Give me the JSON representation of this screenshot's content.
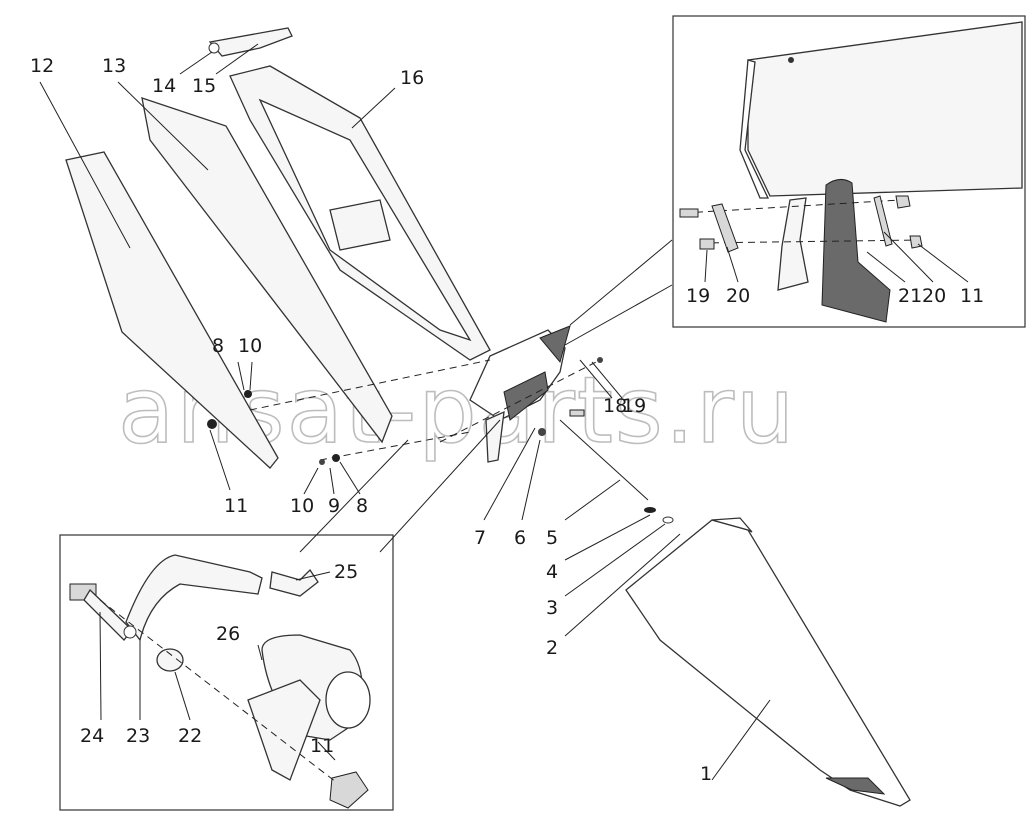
{
  "watermark": "ansat-parts.ru",
  "callouts": {
    "c1": "1",
    "c2": "2",
    "c3": "3",
    "c4": "4",
    "c5": "5",
    "c6": "6",
    "c7": "7",
    "c8a": "8",
    "c8b": "8",
    "c9": "9",
    "c10a": "10",
    "c10b": "10",
    "c11a": "11",
    "c11b": "11",
    "c11c": "11",
    "c12": "12",
    "c13": "13",
    "c14": "14",
    "c15": "15",
    "c16": "16",
    "c18": "18",
    "c19a": "19",
    "c19b": "19",
    "c20a": "20",
    "c20b": "20",
    "c21": "21",
    "c22": "22",
    "c23": "23",
    "c24": "24",
    "c25": "25",
    "c26": "26"
  }
}
